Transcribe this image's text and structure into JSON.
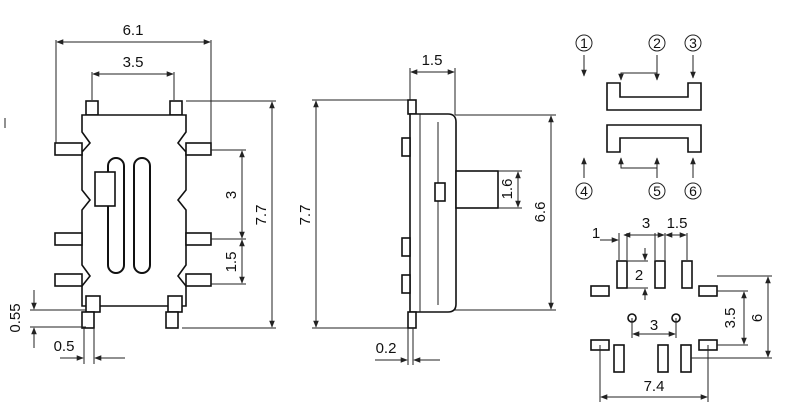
{
  "top_view": {
    "dims": {
      "overall_width": "6.1",
      "inner_pin_span": "3.5",
      "pin_pitch": "3",
      "body_length": "7.7",
      "pin_width": "1.5",
      "pin_offset": "0.55",
      "pin_thickness": "0.5"
    }
  },
  "side_view": {
    "dims": {
      "total_length": "7.7",
      "height": "1.5",
      "body_length": "6.6",
      "actuator": "1.6",
      "terminal": "0.2"
    }
  },
  "schematic": {
    "pins": [
      "1",
      "2",
      "3",
      "4",
      "5",
      "6"
    ]
  },
  "footprint": {
    "dims": {
      "pad_width": "1",
      "pad_pitch": "3",
      "pad_spacing": "1.5",
      "pad_height": "2",
      "hole_pitch": "3",
      "row_spacing": "3.5",
      "height": "6",
      "width": "7.4"
    }
  }
}
